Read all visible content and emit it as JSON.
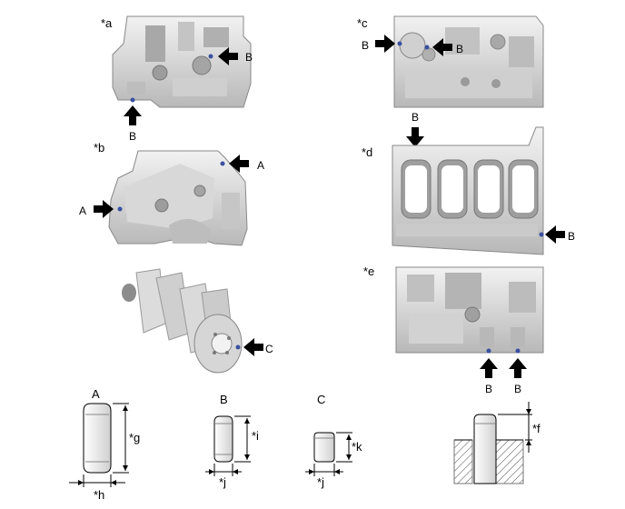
{
  "view_labels": {
    "a": "*a",
    "b": "*b",
    "c": "*c",
    "d": "*d",
    "e": "*e"
  },
  "callouts": {
    "a_right": "B",
    "a_bottom": "B",
    "b_right": "A",
    "b_left": "A",
    "c_left": "B",
    "c_inner": "B",
    "d_top": "B",
    "d_right": "B",
    "e_bottom_1": "B",
    "e_bottom_2": "B",
    "crank": "C"
  },
  "pins": {
    "a": {
      "title": "A",
      "height_label": "*g",
      "width_label": "*h"
    },
    "b": {
      "title": "B",
      "height_label": "*i",
      "width_label": "*j"
    },
    "c": {
      "title": "C",
      "height_label": "*k",
      "width_label": "*j"
    },
    "install": {
      "protrusion_label": "*f"
    }
  },
  "colors": {
    "outline": "#000000",
    "casting": "#e6e6e6",
    "shadow": "#9a9a9a",
    "dot": "#3a50a0"
  }
}
